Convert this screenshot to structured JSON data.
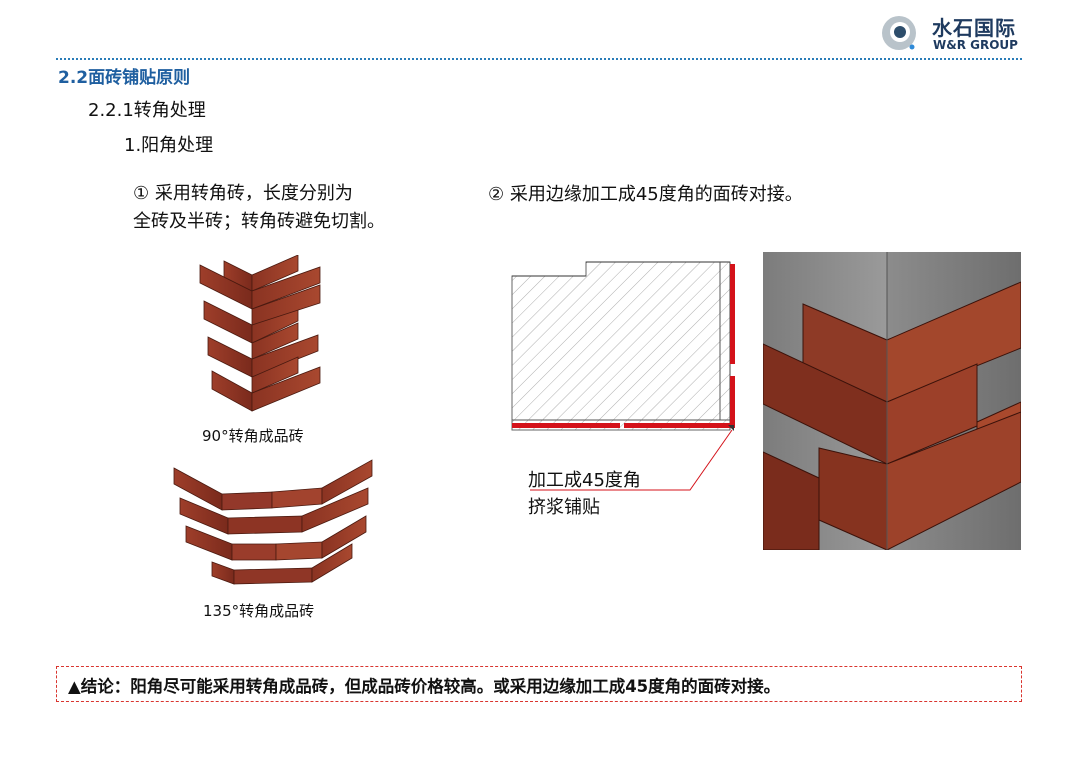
{
  "logo": {
    "cn": "水石国际",
    "en": "W&R GROUP"
  },
  "section_title": "2.2面砖铺贴原则",
  "subsection_title": "2.2.1转角处理",
  "subsubsection_title": "1.阳角处理",
  "option1": {
    "line1": "① 采用转角砖，长度分别为",
    "line2": "全砖及半砖；转角砖避免切割。"
  },
  "option2": {
    "text": "② 采用边缘加工成45度角的面砖对接。"
  },
  "captions": {
    "tile90": "90°转角成品砖",
    "tile135": "135°转角成品砖"
  },
  "callout": {
    "line1": "加工成45度角",
    "line2": "挤浆铺贴"
  },
  "conclusion": "▲结论：阳角尽可能采用转角成品砖，但成品砖价格较高。或采用边缘加工成45度角的面砖对接。"
}
